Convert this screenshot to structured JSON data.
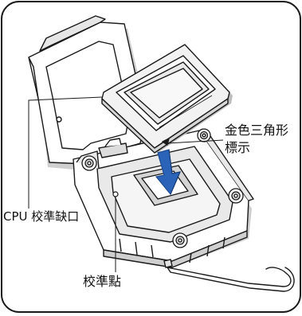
{
  "labels": {
    "cpu_notch": "CPU 校準缺口",
    "golden_triangle_line1": "金色三角形",
    "golden_triangle_line2": "標示",
    "alignment_key": "校準點"
  },
  "colors": {
    "outline": "#1a1a1a",
    "frame_fill": "#ffffff",
    "shadow": "#bdbdbd",
    "socket_grey": "#d9d9d9",
    "arrow_blue": "#2b63b8",
    "arrow_dark": "#1d4a90"
  }
}
